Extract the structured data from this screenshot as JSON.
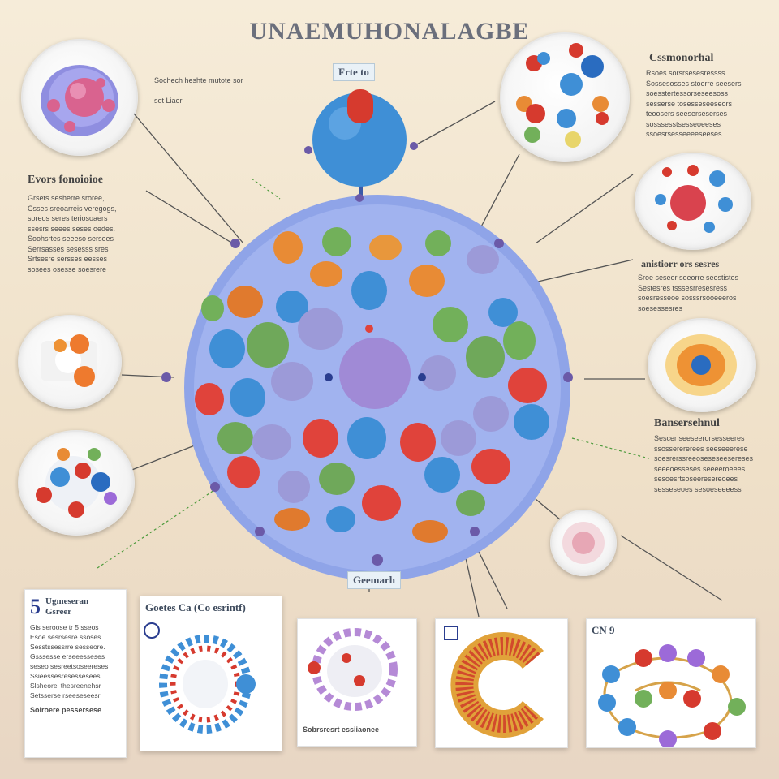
{
  "title": "UNAEMUHONALAGBE",
  "top_label": "Frte to",
  "bottom_label": "Geemarh",
  "top_left_note": {
    "line1": "Sochech heshte mutote sor",
    "line2": "sot Liaer"
  },
  "left_section": {
    "heading": "Evors fonoioioe",
    "text": "Grsets sesherre sroree,\nCsses sreoarreis veregogs,\nsoreos seres teriosoaers\nssesrs seees seses oedes.\nSoohsrtes seeeso sersees\nSerrsasses sesesss sres\nSrtsesre sersses eesses\nsosees osesse soesrere"
  },
  "right_top_section": {
    "heading": "Cssmonorhal",
    "text": "Rsoes sorsrsesesressss\nSossesosses stoerre seesers\nsoesstertessorseseesoss\nsesserse tosesseseeseors\nteoosers seeserseserses\nsosssesstsesseoeeses\nssoesrsesseeeeseeses"
  },
  "right_mid_section": {
    "heading": "anistiorr ors sesres",
    "text": "Sroe seseor soeorre seestistes\nSestesres tsssesrresesress\nsoesresseoe sosssrsooeeeros\nsoesessesres"
  },
  "right_lower_section": {
    "heading": "Bansersehnul",
    "text": "Sescer seeseerorsesseeres\nssosserererees seeseeerese\nsoesrerssreeoseseseesereses\nseeeoesseses seeeeroeees\nsesoesrtsoseeresereoees\nsesseseoes sesoeseeeess"
  },
  "bottom_cards": [
    {
      "number": "5",
      "heading": "Ugmeseran\nGsreer",
      "text": "Gis seroose tr 5 sseos\nEsoe sesrsesre ssoses\nSesstssessrre sesseore.\nGsssesse erseeesseses\nseseo sesreetsoseereses\nSsieessesresessesees\nSlsheorel thesreenehsr\nSetsserse rseeseseesr",
      "footer": "Soiroere pessersese"
    },
    {
      "label": "Goetes Ca (Co esrintf)"
    },
    {
      "caption": "Sobrsresrt essiiaonee"
    },
    {
      "badge": ""
    },
    {
      "label": "CN 9"
    }
  ]
}
